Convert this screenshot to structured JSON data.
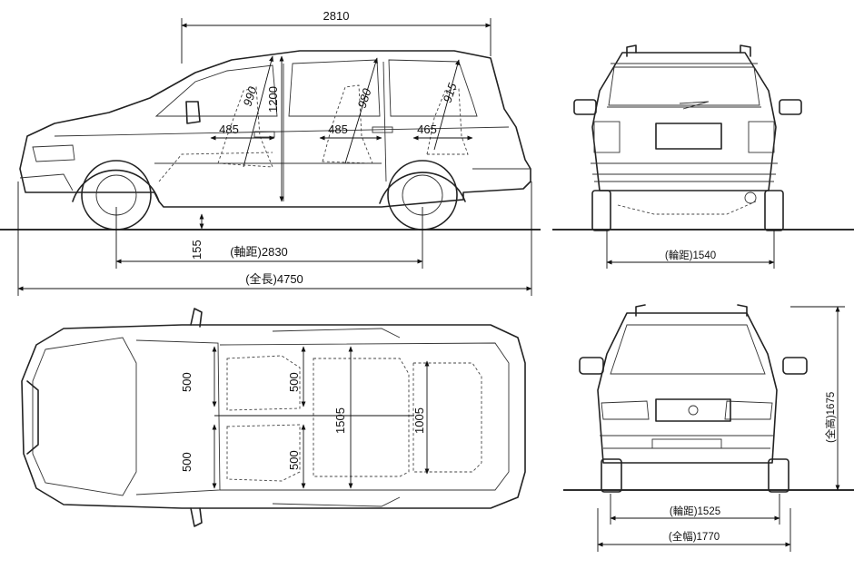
{
  "side_view": {
    "roof_length": "2810",
    "diag_front": "990",
    "height_front": "1200",
    "diag_rear": "980",
    "diag_third": "915",
    "seat_front": "485",
    "seat_mid": "485",
    "seat_rear": "465",
    "ground_clearance": "155",
    "wheelbase": "(軸距)2830",
    "overall_length": "(全長)4750"
  },
  "rear_view": {
    "tread_rear": "(輪距)1540"
  },
  "top_view": {
    "seat_width_1": "500",
    "seat_width_2": "500",
    "seat_width_3": "500",
    "seat_width_4": "500",
    "cabin_width": "1505",
    "rear_width": "1005"
  },
  "front_view": {
    "overall_height": "(全高)1675",
    "tread_front": "(輪距)1525",
    "overall_width": "(全幅)1770"
  },
  "arrow_glyph": "▲"
}
